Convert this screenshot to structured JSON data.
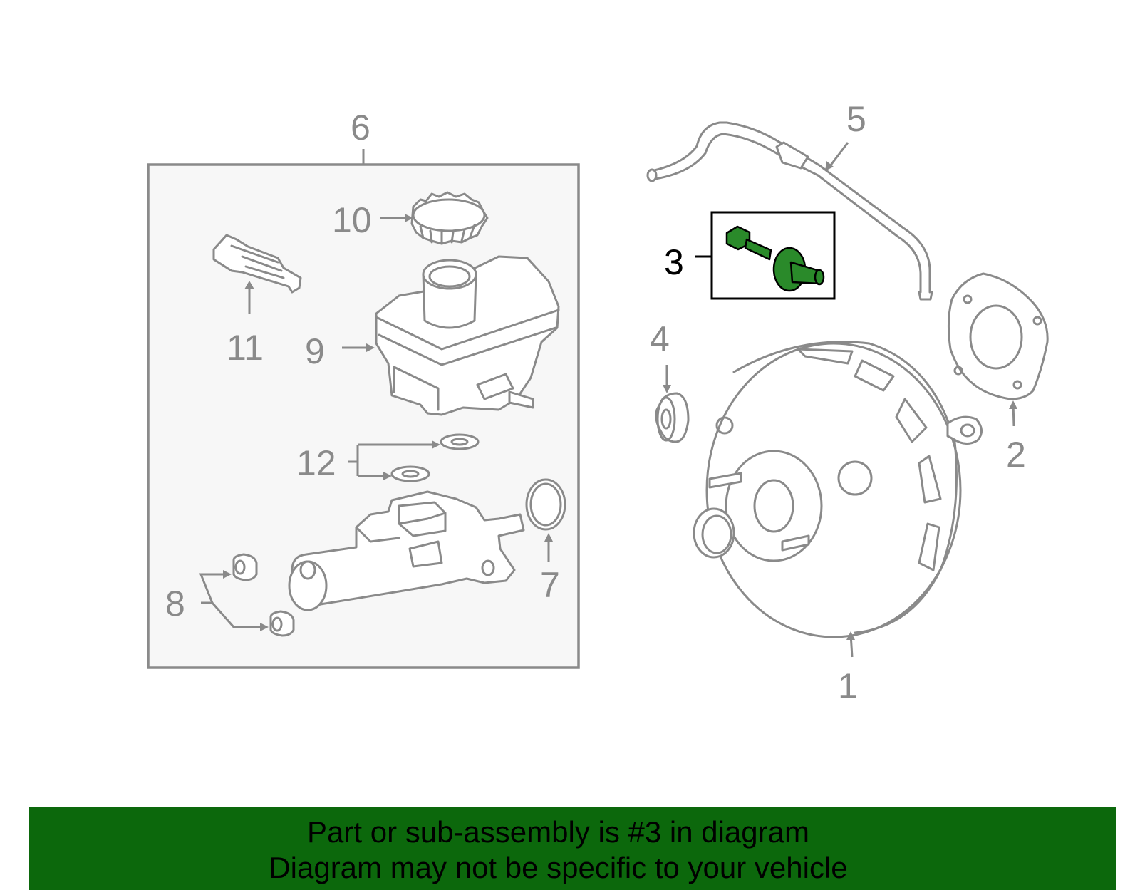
{
  "callouts": {
    "c1": "1",
    "c2": "2",
    "c3": "3",
    "c4": "4",
    "c5": "5",
    "c6": "6",
    "c7": "7",
    "c8": "8",
    "c9": "9",
    "c10": "10",
    "c11": "11",
    "c12": "12"
  },
  "highlighted_callout": "3",
  "colors": {
    "outline": "#8a8a8a",
    "highlight_part": "#2a8a2a",
    "footer_background": "#0c680c",
    "panel_background": "#f7f7f7"
  },
  "footer": {
    "line1": "Part or sub-assembly is #3 in diagram",
    "line2": "Diagram may not be specific to your vehicle"
  }
}
